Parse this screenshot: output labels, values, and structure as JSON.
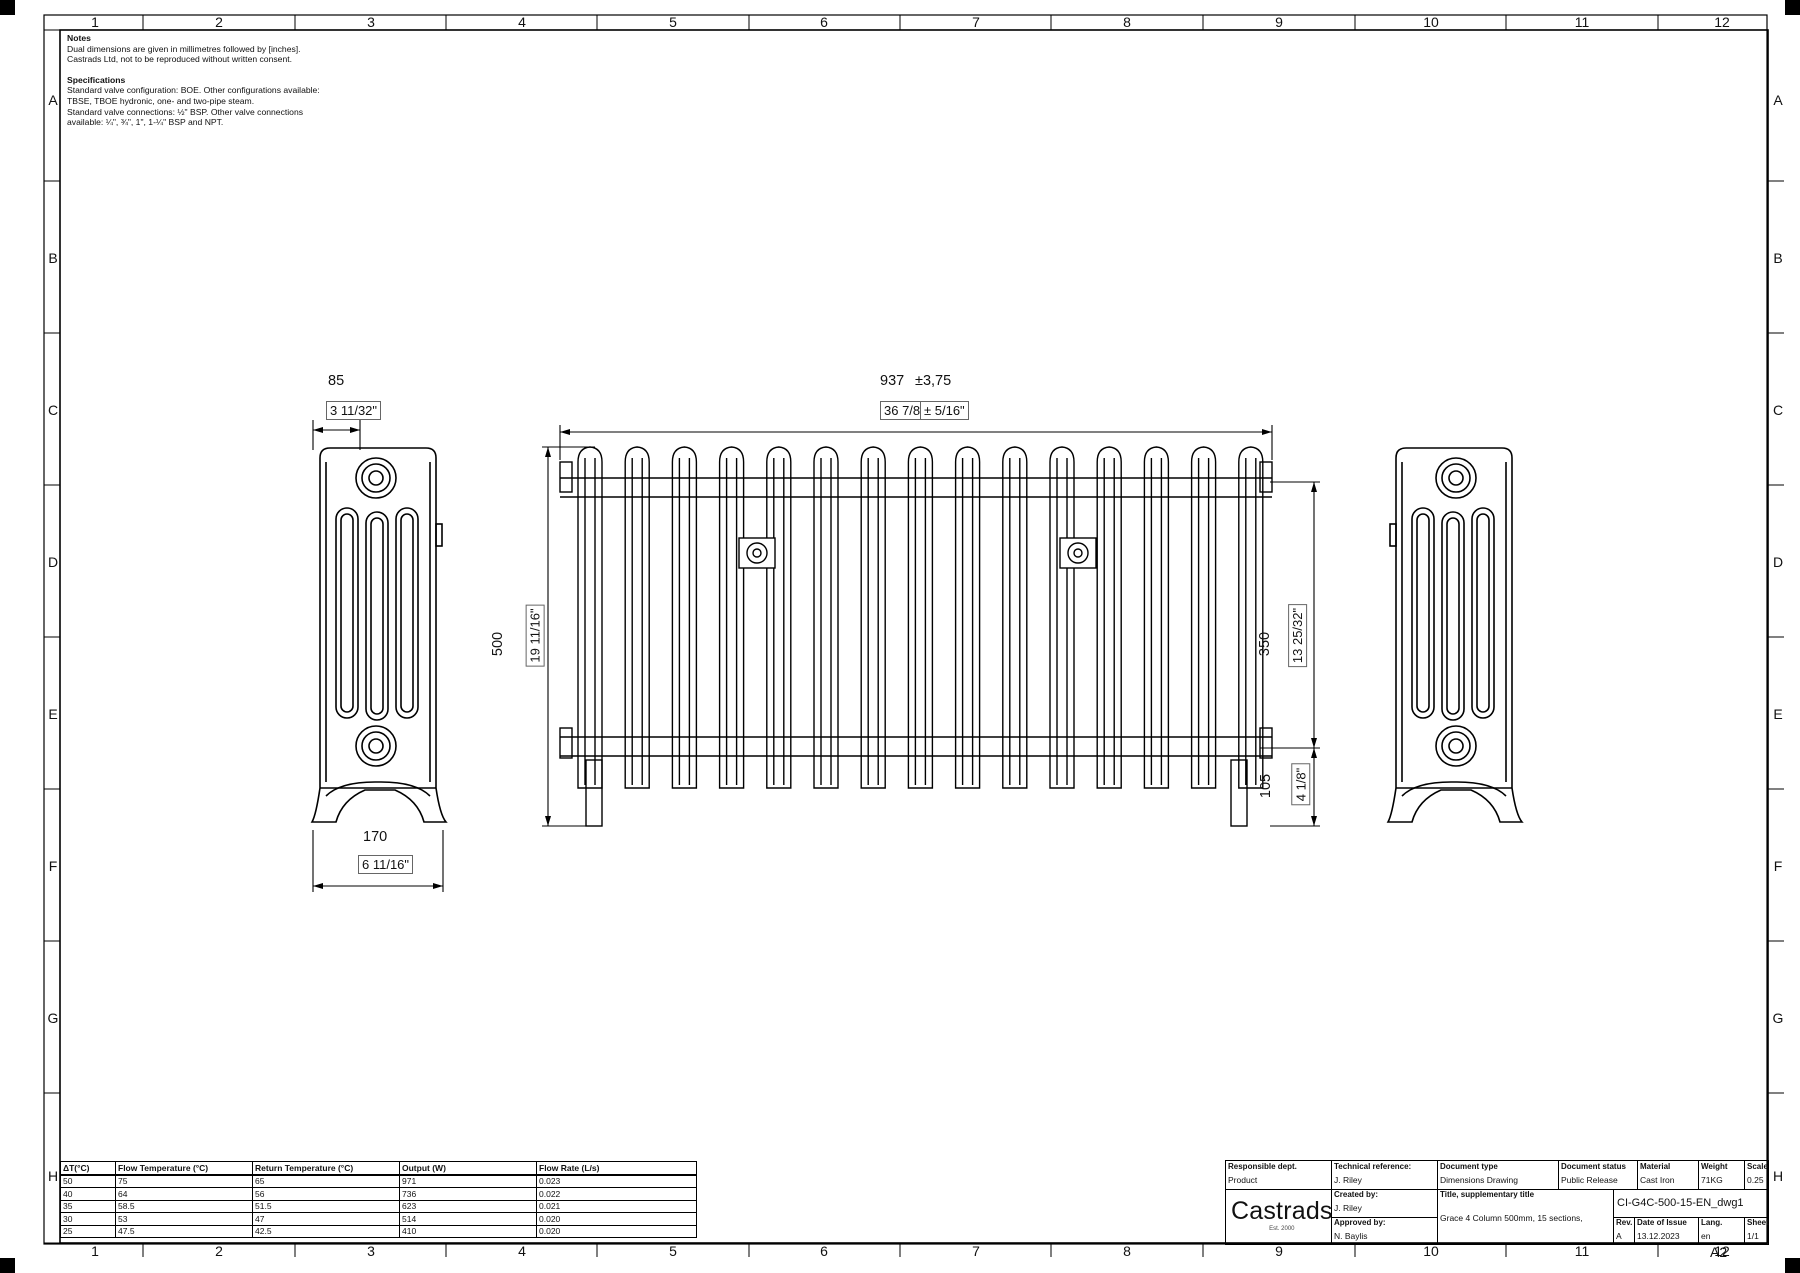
{
  "grid": {
    "columns": [
      "1",
      "2",
      "3",
      "4",
      "5",
      "6",
      "7",
      "8",
      "9",
      "10",
      "11",
      "12"
    ],
    "rows": [
      "A",
      "B",
      "C",
      "D",
      "E",
      "F",
      "G",
      "H"
    ]
  },
  "notes": {
    "heading": "Notes",
    "lines": [
      "Dual dimensions are given in millimetres followed by [inches].",
      "Castrads Ltd, not to be reproduced without written consent."
    ],
    "spec_heading": "Specifications",
    "spec_lines": [
      "Standard valve configuration: BOE. Other configurations available:",
      "TBSE, TBOE hydronic, one- and two-pipe steam.",
      "Standard valve connections: ½\" BSP. Other valve connections",
      "available: ¼\", ¾\", 1\", 1-¼\" BSP and NPT."
    ]
  },
  "dimensions": {
    "depth_top_mm": "85",
    "depth_top_in": "3 11/32\"",
    "depth_foot_mm": "170",
    "depth_foot_in": "6 11/16\"",
    "length_mm": "937",
    "length_tol_mm": "±3,75",
    "length_in": "36 7/8\"",
    "length_tol_in": "± 5/16\"",
    "height_mm": "500",
    "height_in": "19 11/16\"",
    "centres_mm": "350",
    "centres_in": "13 25/32\"",
    "floor_mm": "105",
    "floor_in": "4 1/8\""
  },
  "performance_table": {
    "headers": [
      "ΔT(°C)",
      "Flow Temperature (°C)",
      "Return Temperature (°C)",
      "Output (W)",
      "Flow Rate (L/s)"
    ],
    "rows": [
      [
        "50",
        "75",
        "65",
        "971",
        "0.023"
      ],
      [
        "40",
        "64",
        "56",
        "736",
        "0.022"
      ],
      [
        "35",
        "58.5",
        "51.5",
        "623",
        "0.021"
      ],
      [
        "30",
        "53",
        "47",
        "514",
        "0.020"
      ],
      [
        "25",
        "47.5",
        "42.5",
        "410",
        "0.020"
      ]
    ]
  },
  "title_block": {
    "responsible_dept_label": "Responsible dept.",
    "responsible_dept": "Product",
    "technical_reference_label": "Technical reference:",
    "technical_reference": "J. Riley",
    "document_type_label": "Document type",
    "document_type": "Dimensions Drawing",
    "document_status_label": "Document status",
    "document_status": "Public Release",
    "material_label": "Material",
    "material": "Cast Iron",
    "weight_label": "Weight",
    "weight": "71KG",
    "scale_label": "Scale",
    "scale": "0.25",
    "logo": "Castrads",
    "logo_sub": "Est. 2000",
    "created_by_label": "Created by:",
    "created_by": "J. Riley",
    "approved_by_label": "Approved by:",
    "approved_by": "N. Baylis",
    "title_label": "Title, supplementary title",
    "title": "Grace 4 Column 500mm, 15 sections,",
    "drawing_number": "CI-G4C-500-15-EN_dwg1",
    "rev_label": "Rev.",
    "rev": "A",
    "date_label": "Date of Issue",
    "date": "13.12.2023",
    "lang_label": "Lang.",
    "lang": "en",
    "sheet_label": "Sheet",
    "sheet": "1/1",
    "paper_size": "A2"
  },
  "radiator": {
    "sections": 15
  }
}
